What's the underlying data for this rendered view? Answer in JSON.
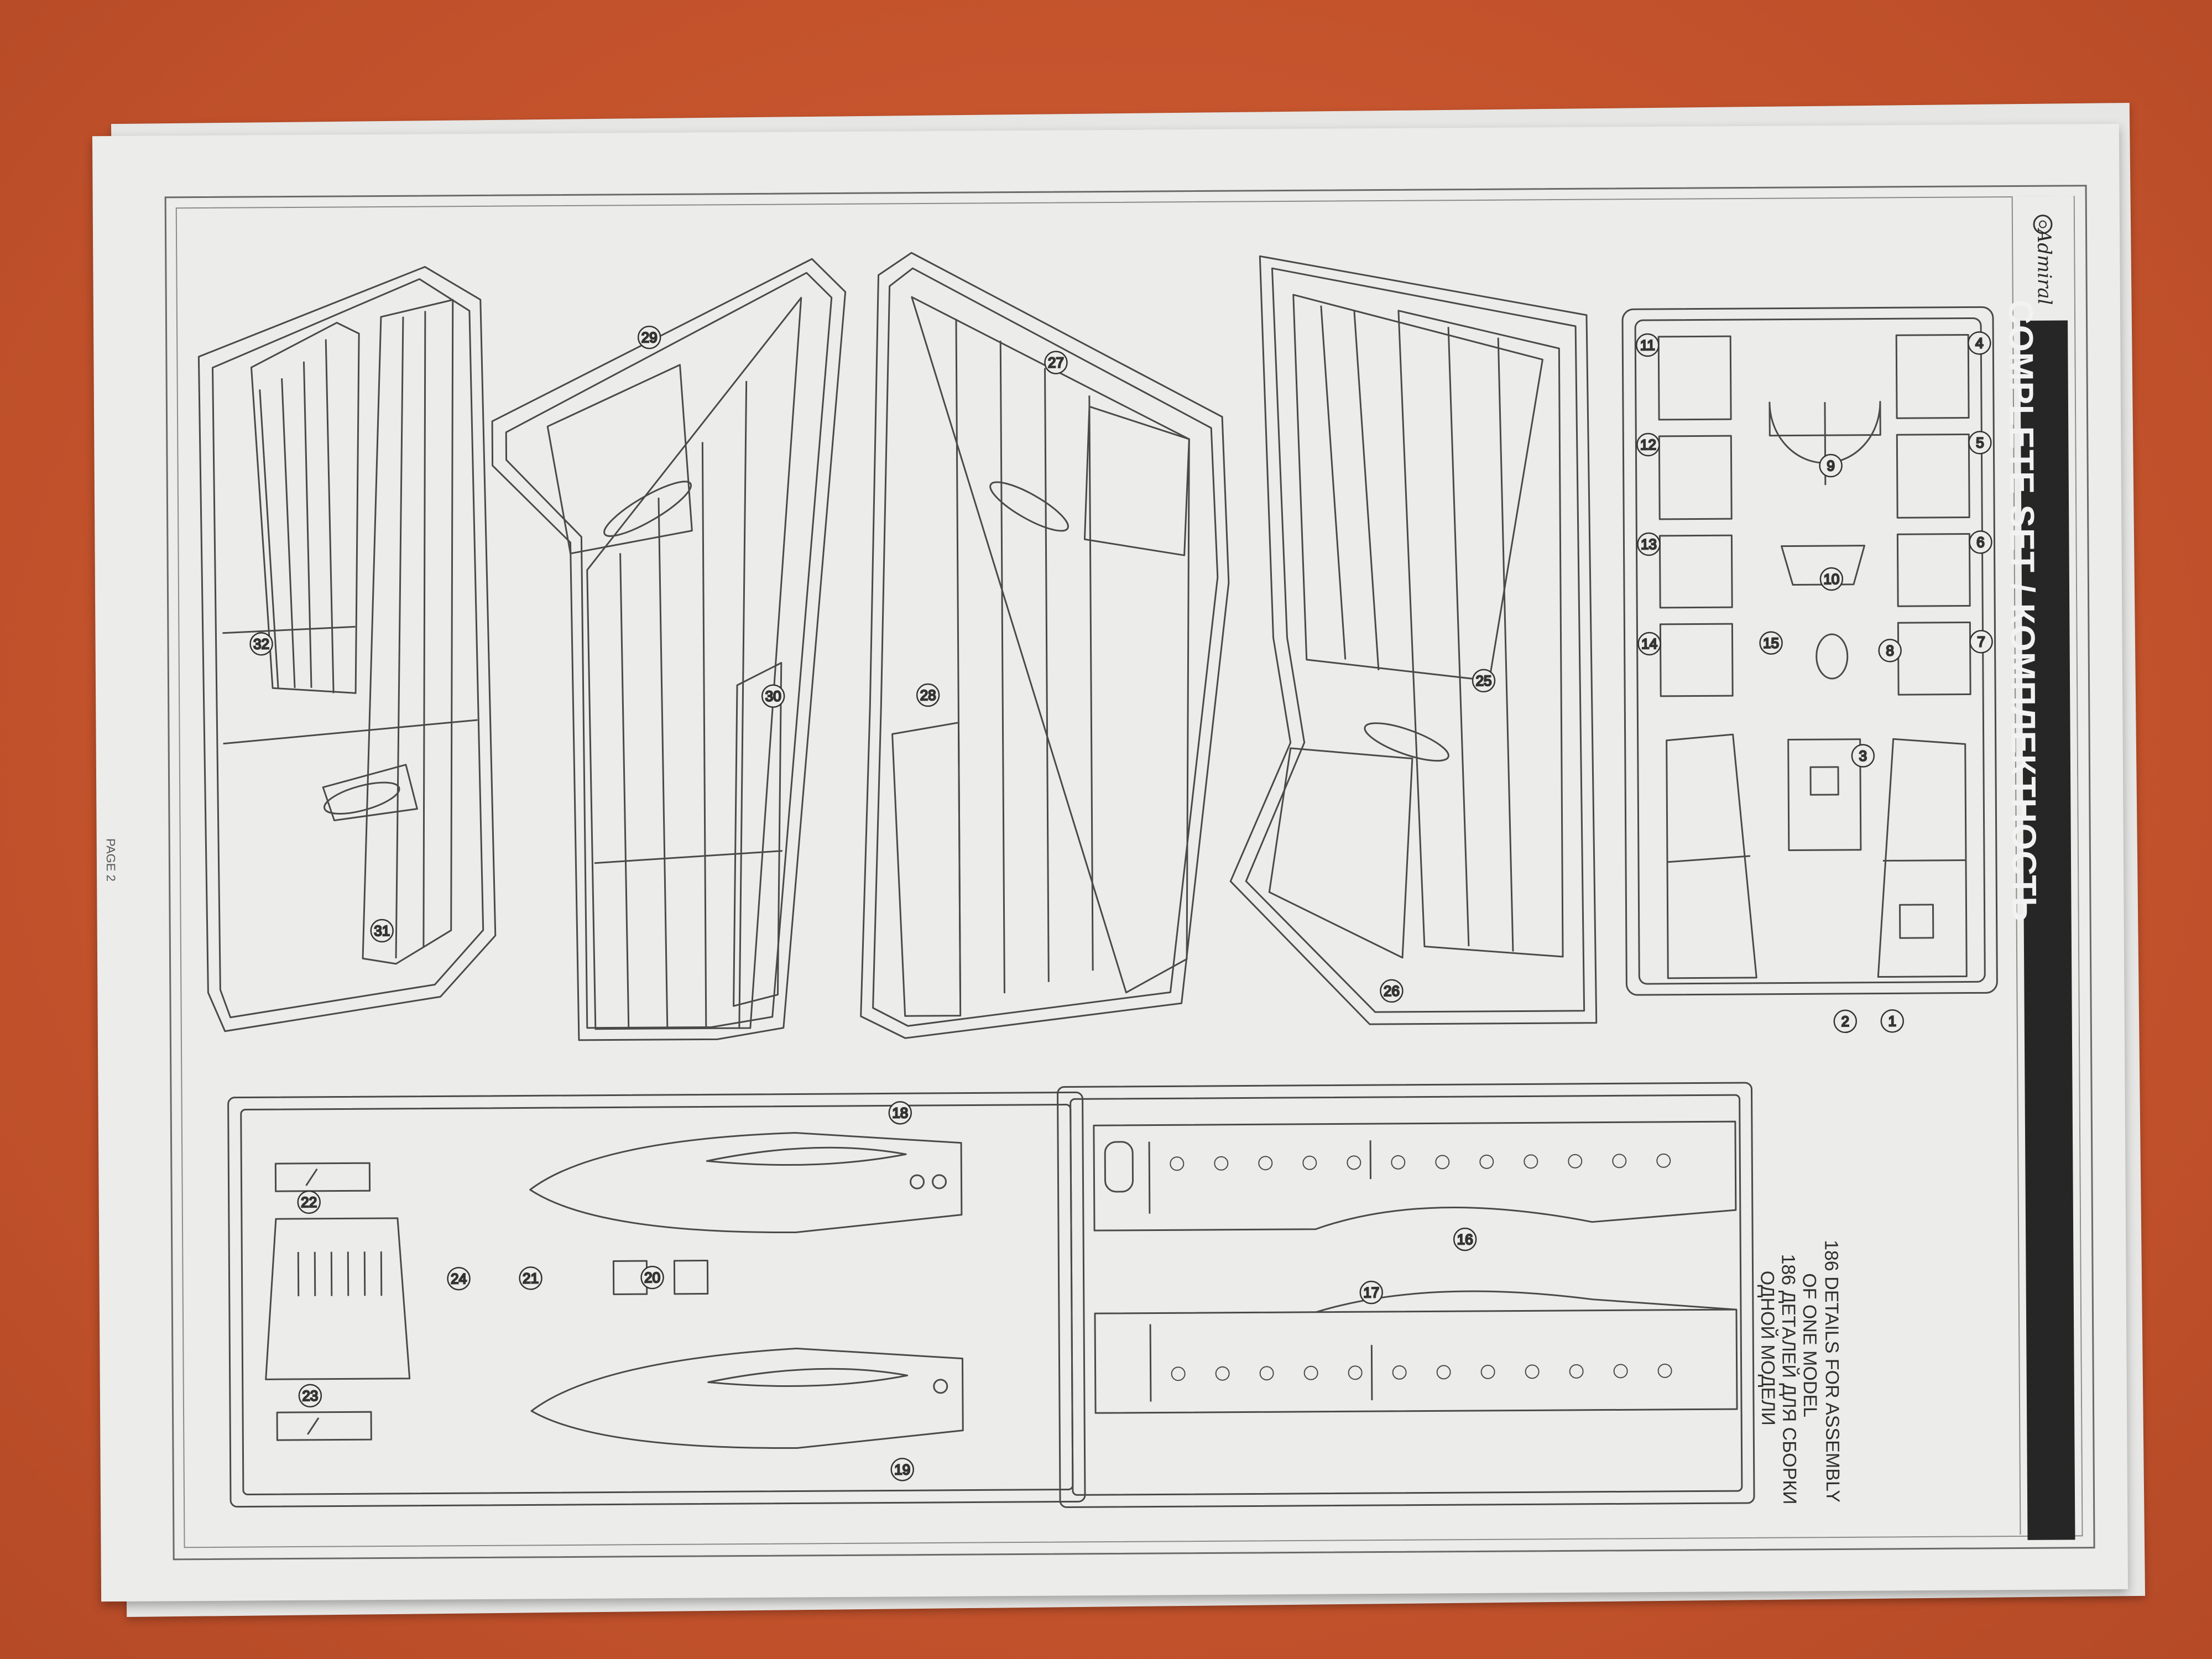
{
  "document": {
    "title": "COMPLETE SET / КОМПЛЕКТНОСТЬ",
    "brand": "Admiral",
    "page_label": "PAGE 2",
    "assembly_note": [
      "186 DETAILS FOR ASSEMBLY",
      "OF ONE MODEL",
      "186 ДЕТАЛЕЙ ДЛЯ СБОРКИ",
      "ОДНОЙ МОДЕЛИ"
    ]
  },
  "parts": {
    "p1": "1",
    "p2": "2",
    "p3": "3",
    "p4": "4",
    "p5": "5",
    "p6": "6",
    "p7": "7",
    "p8": "8",
    "p9": "9",
    "p10": "10",
    "p11": "11",
    "p12": "12",
    "p13": "13",
    "p14": "14",
    "p15": "15",
    "p16": "16",
    "p17": "17",
    "p18": "18",
    "p19": "19",
    "p20": "20",
    "p21": "21",
    "p22": "22",
    "p23": "23",
    "p24": "24",
    "p25": "25",
    "p26": "26",
    "p27": "27",
    "p28": "28",
    "p29": "29",
    "p30": "30",
    "p31": "31",
    "p32": "32"
  },
  "colors": {
    "background": "#c8562e",
    "paper": "#ececea",
    "line": "#4a4a4a",
    "title_band": "#262626"
  }
}
